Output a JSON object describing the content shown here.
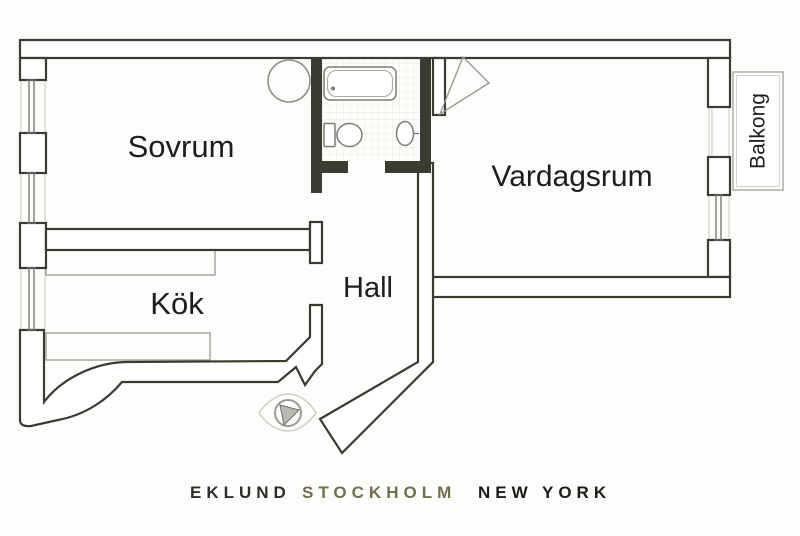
{
  "document": {
    "type": "apartment-floor-plan"
  },
  "rooms": {
    "sovrum": {
      "label": "Sovrum"
    },
    "vardagsrum": {
      "label": "Vardagsrum"
    },
    "kok": {
      "label": "Kök"
    },
    "hall": {
      "label": "Hall"
    },
    "balkong": {
      "label": "Balkong"
    }
  },
  "fixtures": {
    "bathroom": [
      "bathtub",
      "bathtub-faucet",
      "toilet",
      "sink",
      "tiled-floor"
    ],
    "bedroom": [
      "corner-stove-circle"
    ],
    "kitchen": [
      "counter-upper",
      "counter-lower"
    ],
    "living_room": [
      "door-swing-leaf"
    ],
    "entrance": [
      "eklund-eye-logo"
    ]
  },
  "footer": {
    "words": [
      {
        "text": "EKLUND",
        "color": "#2e2e28"
      },
      {
        "text": "STOCKHOLM",
        "color": "#70704f"
      },
      {
        "text": "NEW",
        "color": "#1b1b18"
      },
      {
        "text": "YORK",
        "color": "#1b1b18"
      }
    ]
  },
  "colors": {
    "background": "#fdfdfb",
    "wall_outline": "#3b3b31",
    "wall_fill": "#ffffff",
    "label_text": "#1d1d1b",
    "accent_olive": "#70704f",
    "fixture_gray": "#7d7d76",
    "light_gray": "#c6c6c0"
  }
}
